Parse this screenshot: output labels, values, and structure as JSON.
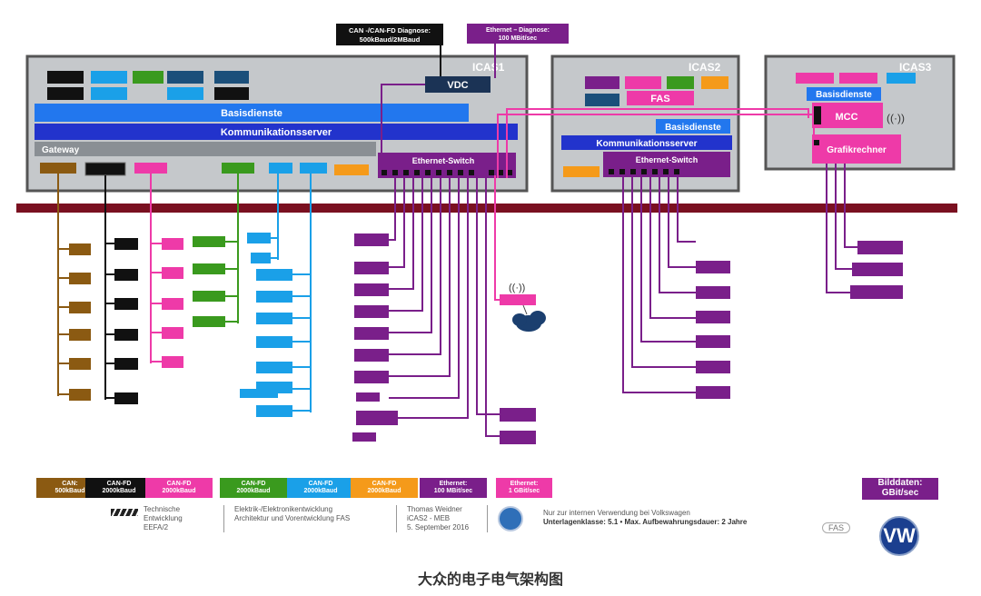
{
  "labels": {
    "can_diag": [
      "CAN -/CAN-FD Diagnose:",
      "500kBaud/2MBaud"
    ],
    "eth_diag": [
      "Ethernet – Diagnose:",
      "100 MBit/sec"
    ],
    "icas1": "ICAS1",
    "icas2": "ICAS2",
    "icas3": "ICAS3",
    "vdc": "VDC",
    "basisdienste": "Basisdienste",
    "kommunikationsserver": "Kommunikationsserver",
    "gateway": "Gateway",
    "ethernet_switch": "Ethernet-Switch",
    "fas": "FAS",
    "mcc": "MCC",
    "grafikrechner": "Grafikrechner"
  },
  "legend": [
    {
      "lines": [
        "CAN:",
        "500kBaud"
      ],
      "color": "#8b5a12"
    },
    {
      "lines": [
        "CAN-FD",
        "2000kBaud"
      ],
      "color": "#111111"
    },
    {
      "lines": [
        "CAN-FD",
        "2000kBaud"
      ],
      "color": "#ee3aa8"
    },
    {
      "lines": [
        "CAN-FD",
        "2000kBaud"
      ],
      "color": "#3a9a1e"
    },
    {
      "lines": [
        "CAN-FD",
        "2000kBaud"
      ],
      "color": "#1aa0e8"
    },
    {
      "lines": [
        "CAN-FD",
        "2000kBaud"
      ],
      "color": "#f59a1a"
    },
    {
      "lines": [
        "Ethernet:",
        "100 MBit/sec"
      ],
      "color": "#7a1f8a"
    },
    {
      "lines": [
        "Ethernet:",
        "1 GBit/sec"
      ],
      "color": "#ee3aa8"
    }
  ],
  "bilddaten": [
    "Bilddaten:",
    "GBit/sec"
  ],
  "footer": {
    "org": [
      "Technische",
      "Entwicklung",
      "EEFA/2"
    ],
    "dept": [
      "Elektrik-/Elektronikentwicklung",
      "Architektur und Vorentwicklung FAS"
    ],
    "author": [
      "Thomas Weidner",
      "iCAS2 - MEB",
      "5. September 2016"
    ],
    "notice": [
      "Nur zur internen Verwendung bei Volkswagen",
      "Unterlagenklasse: 5.1  • Max. Aufbewahrungsdauer: 2 Jahre"
    ],
    "fas_icon_text": "FAS",
    "vw_logo": "VW"
  },
  "caption": "大众的电子电气架构图",
  "colors": {
    "can500": "#8b5a12",
    "canfd_black": "#111111",
    "canfd_pink": "#ee3aa8",
    "canfd_green": "#3a9a1e",
    "canfd_blue": "#1aa0e8",
    "canfd_orange": "#f59a1a",
    "eth100": "#7a1f8a",
    "eth1g": "#ee3aa8",
    "bus": "#7a1020",
    "box_bg": "#c5c8cb",
    "basis_blue": "#2277ee",
    "komm_blue": "#2233cc"
  }
}
